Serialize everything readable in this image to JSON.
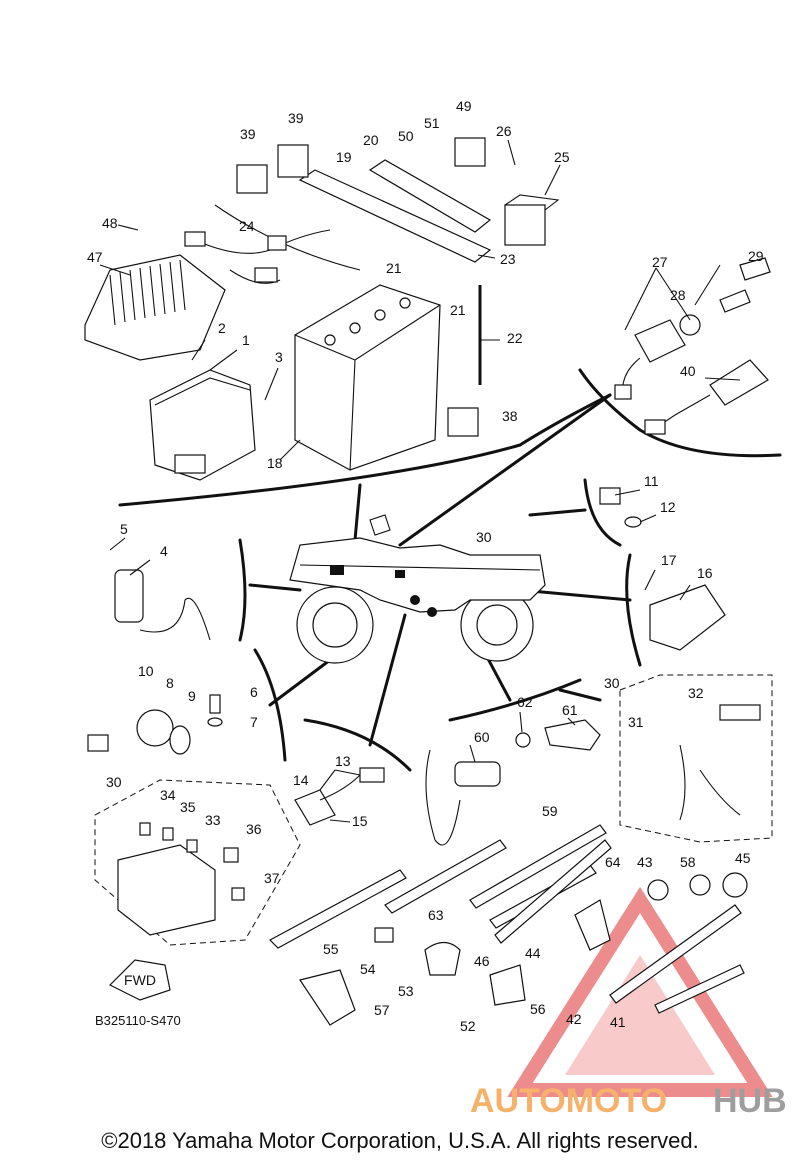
{
  "diagram": {
    "code": "B325110-S470",
    "fwd_label": "FWD",
    "callouts": [
      "1",
      "2",
      "3",
      "4",
      "5",
      "6",
      "7",
      "8",
      "9",
      "10",
      "11",
      "12",
      "13",
      "14",
      "15",
      "16",
      "17",
      "18",
      "19",
      "20",
      "21",
      "21",
      "22",
      "23",
      "24",
      "25",
      "26",
      "27",
      "28",
      "29",
      "30",
      "30",
      "30",
      "31",
      "32",
      "33",
      "34",
      "35",
      "36",
      "37",
      "38",
      "39",
      "39",
      "40",
      "41",
      "42",
      "43",
      "44",
      "45",
      "46",
      "47",
      "48",
      "49",
      "50",
      "51",
      "52",
      "53",
      "54",
      "55",
      "56",
      "57",
      "58",
      "59",
      "60",
      "61",
      "62",
      "63",
      "64"
    ]
  },
  "watermark": {
    "part1": "AUTOMOTO",
    "part2": "HUB",
    "color_primary": "#f6b26b",
    "color_secondary": "#9e9e9e",
    "triangle_color": "#e03030"
  },
  "footer": {
    "copyright": "©2018 Yamaha Motor Corporation, U.S.A. All rights reserved."
  }
}
